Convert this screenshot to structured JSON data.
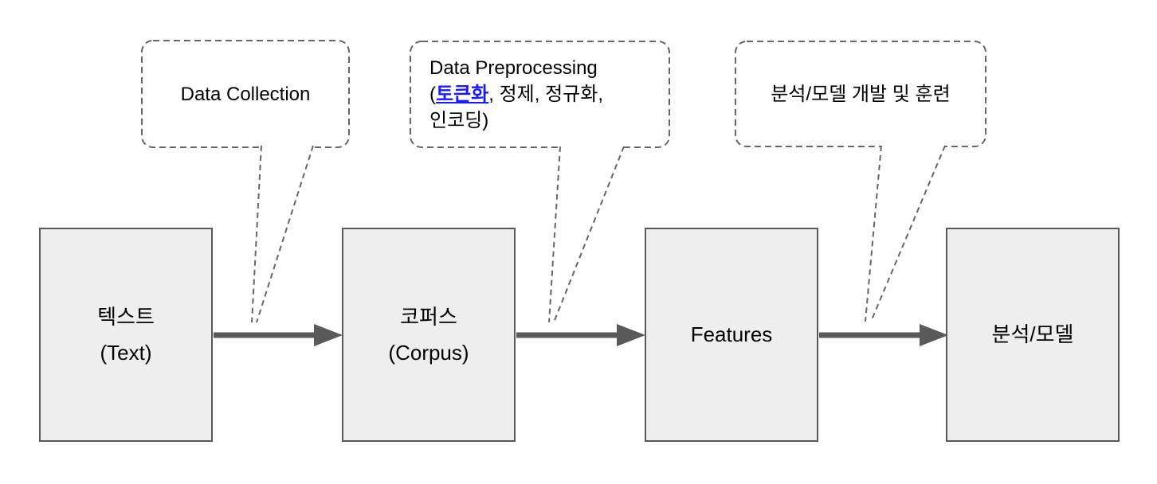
{
  "diagram": {
    "title": "text-analysis-pipeline-flowchart",
    "boxes": [
      {
        "name": "text",
        "lines": [
          "텍스트",
          "(Text)"
        ]
      },
      {
        "name": "corpus",
        "lines": [
          "코퍼스",
          "(Corpus)"
        ]
      },
      {
        "name": "features",
        "lines": [
          "Features"
        ]
      },
      {
        "name": "analysis-model",
        "lines": [
          "분석/모델"
        ]
      }
    ],
    "callouts": [
      {
        "name": "data-collection",
        "text": "Data Collection"
      },
      {
        "name": "data-preprocessing",
        "line1": "Data Preprocessing",
        "line2_before_link": "(",
        "link_text": "토큰화",
        "line2_after_link": ", 정제, 정규화,",
        "line3": "인코딩)"
      },
      {
        "name": "analysis-model-training",
        "text": "분석/모델 개발 및 훈련"
      }
    ],
    "colors": {
      "box_fill": "#eeeeee",
      "box_border": "#595959",
      "arrow": "#595959",
      "callout_border": "#666666",
      "link_blue": "#1a1aff",
      "text": "#000000",
      "background": "#ffffff"
    }
  }
}
